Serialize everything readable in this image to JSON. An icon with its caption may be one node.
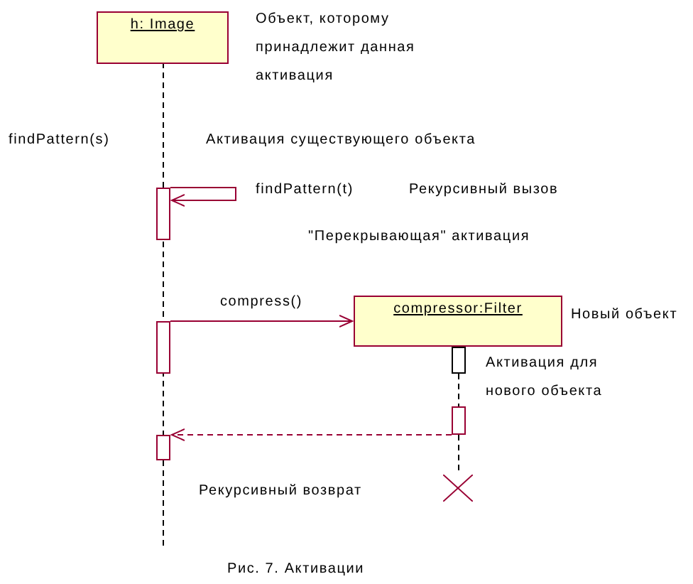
{
  "diagram": {
    "caption": "Рис. 7. Активации",
    "nodes": [
      {
        "text": [
          "h: Image"
        ]
      },
      {
        "text": [
          "compressor:Filter"
        ],
        "beside": [
          "Новый объект"
        ]
      },
      {
        "text": [],
        "shape": "bar"
      },
      {
        "text": [],
        "shape": "bar"
      },
      {
        "text": [],
        "shape": "bar"
      },
      {
        "text": [],
        "shape": "bar"
      },
      {
        "text": [],
        "shape": "bar"
      },
      {
        "text": [],
        "shape": "cross"
      }
    ],
    "edges": [
      {
        "from": 2,
        "to": 2,
        "arrow": "to",
        "label": "findPattern(t)"
      },
      {
        "from": 3,
        "to": 1,
        "arrow": "to",
        "label": "compress()"
      },
      {
        "from": 6,
        "to": 4,
        "arrow": "to",
        "style": "dashed"
      },
      {
        "from": 5,
        "to": 6,
        "arrow": "none",
        "style": "dashed",
        "color": "#000000"
      },
      {
        "from": 6,
        "to": 7,
        "arrow": "none",
        "style": "dashed",
        "color": "#000000"
      }
    ],
    "labels": [
      "Объект, которому принадлежит данная активация",
      "findPattern(s)",
      "Активация существующего объекта",
      "Рекурсивный вызов",
      "\"Перекрывающая\" активация",
      "Активация для нового объекта",
      "Рекурсивный возврат"
    ]
  }
}
